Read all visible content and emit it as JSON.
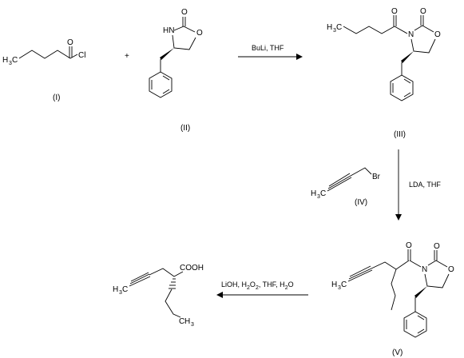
{
  "compounds": {
    "I": {
      "label": "(I)"
    },
    "II": {
      "label": "(II)"
    },
    "III": {
      "label": "(III)"
    },
    "IV": {
      "label": "(IV)"
    },
    "V": {
      "label": "(V)"
    }
  },
  "plus_sign": "+",
  "reactions": {
    "step1": {
      "reagents": "BuLi, THF"
    },
    "step2": {
      "reagents": "LDA, THF"
    },
    "step3": {
      "reagents_parts": [
        "LiOH, H",
        "2",
        "O",
        "2",
        ", THF, H",
        "2",
        "O"
      ]
    }
  },
  "atoms": {
    "O": "O",
    "Cl": "Cl",
    "HN": "HN",
    "N": "N",
    "Br": "Br",
    "H": "H",
    "C": "C",
    "three": "3",
    "COOH": "COOH"
  }
}
